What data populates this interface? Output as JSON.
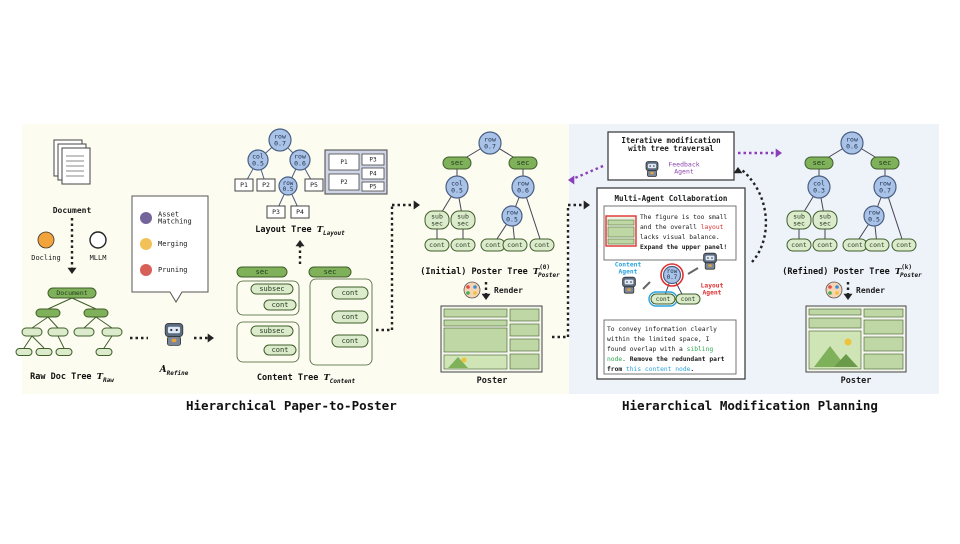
{
  "colors": {
    "left_panel_bg": "#fdfcf1",
    "right_panel_bg": "#eef3fa",
    "node_blue": "#a9c3e8",
    "node_blue_stroke": "#4a5f82",
    "node_green_dark": "#7fb05a",
    "node_green_light": "#dcebcc",
    "node_green_stroke": "#3f5e2a",
    "dark_label": "#1f3a1a",
    "highlight_red": "#e03030",
    "highlight_blue": "#2aa3dd",
    "highlight_green": "#2fa84f",
    "highlight_purple": "#8e44ad",
    "arrow_purple": "#8a3fb8",
    "arrow_dark": "#222222"
  },
  "hp2p": {
    "caption": "Hierarchical Paper-to-Poster",
    "document_label": "Document",
    "tools": {
      "docling": "Docling",
      "mllm": "MLLM"
    },
    "raw_tree": {
      "root_label": "Document",
      "caption": "Raw Doc Tree ",
      "caption_sub": "Raw"
    },
    "refine_box": {
      "items": [
        "Asset\nMatching",
        "Merging",
        "Pruning"
      ],
      "agent_label": "A",
      "agent_sub": "Refine"
    },
    "layout_tree": {
      "caption": "Layout Tree ",
      "caption_sub": "Layout",
      "nodes": {
        "root": "row\n0.7",
        "col": "col\n0.5",
        "row_right": "row\n0.6",
        "row_mid": "row\n0.5"
      },
      "leaves": [
        "P1",
        "P2",
        "P3",
        "P4",
        "P5"
      ],
      "grid": [
        "P1",
        "P3",
        "P4",
        "P2",
        "P5"
      ]
    },
    "content_tree": {
      "caption": "Content Tree ",
      "caption_sub": "Content",
      "sec": "sec",
      "subsec": "subsec",
      "cont": "cont"
    },
    "initial_tree": {
      "caption": "(Initial) Poster Tree ",
      "caption_sub": "Poster",
      "caption_sup": "(0)",
      "nodes": {
        "root": "row\n0.7",
        "col": "col\n0.5",
        "row_right": "row\n0.6",
        "row_mid": "row\n0.5"
      },
      "sec": "sec",
      "subsec": "sub\nsec",
      "cont": "cont",
      "render_label": "Render",
      "poster_label": "Poster"
    }
  },
  "hmp": {
    "caption": "Hierarchical Modification Planning",
    "feedback_box": {
      "title": "Iterative modification\nwith tree traversal",
      "agent": "Feedback\nAgent"
    },
    "collab": {
      "title": "Multi-Agent Collaboration",
      "layout_msg": [
        [
          {
            "t": "The figure is too small"
          }
        ],
        [
          {
            "t": "and the overall "
          },
          {
            "t": "layout",
            "c": "red"
          }
        ],
        [
          {
            "t": "lacks visual balance."
          }
        ],
        [
          {
            "t": "Expand the upper panel!",
            "b": true
          }
        ]
      ],
      "content_agent": "Content\nAgent",
      "layout_agent": "Layout\nAgent",
      "mini_nodes": {
        "row": "row\n0.7",
        "cont": "cont"
      },
      "content_msg": [
        [
          {
            "t": "To convey information clearly"
          }
        ],
        [
          {
            "t": "within the limited space, I"
          }
        ],
        [
          {
            "t": "found overlap with a "
          },
          {
            "t": "sibling",
            "c": "green"
          }
        ],
        [
          {
            "t": "node",
            "c": "green"
          },
          {
            "t": ". "
          },
          {
            "t": "Remove the redundant part",
            "b": true
          }
        ],
        [
          {
            "t": "from ",
            "b": true
          },
          {
            "t": "this content node",
            "c": "blue"
          },
          {
            "t": ".",
            "b": true
          }
        ]
      ]
    },
    "refined_tree": {
      "caption": "(Refined) Poster Tree ",
      "caption_sub": "Poster",
      "caption_sup": "(k)",
      "nodes": {
        "root": "row\n0.6",
        "col": "col\n0.3",
        "row_right": "row\n0.7",
        "row_mid": "row\n0.5"
      },
      "sec": "sec",
      "subsec": "sub\nsec",
      "cont": "cont",
      "render_label": "Render",
      "poster_label": "Poster"
    }
  }
}
